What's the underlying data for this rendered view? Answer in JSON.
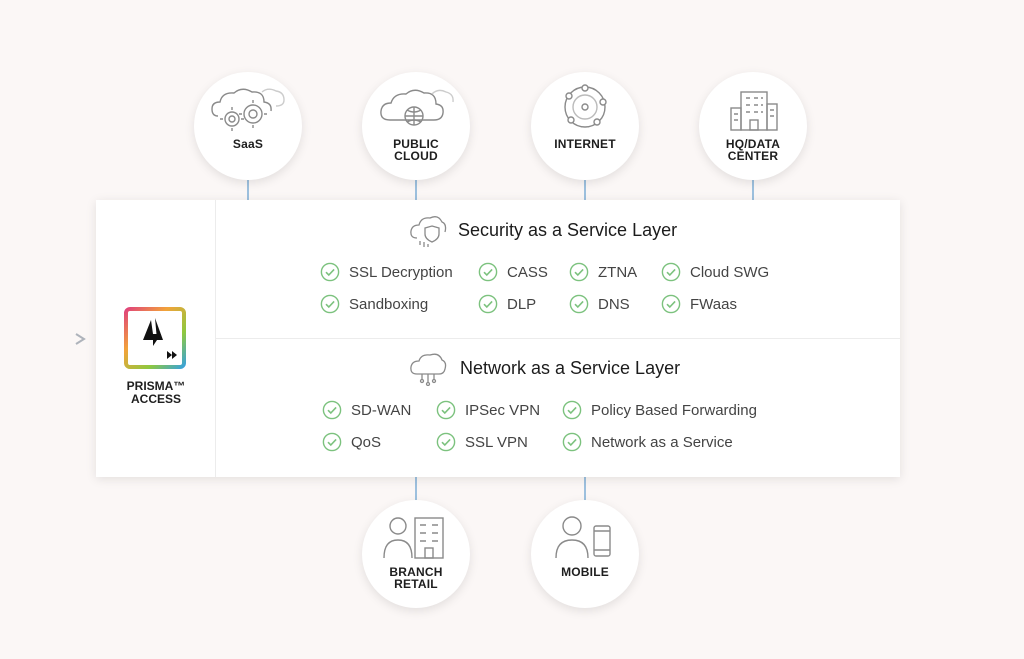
{
  "endpoints_top": {
    "saas": "SaaS",
    "public_cloud": [
      "PUBLIC",
      "CLOUD"
    ],
    "internet": "INTERNET",
    "hq": [
      "HQ/DATA",
      "CENTER"
    ]
  },
  "endpoints_bottom": {
    "branch": [
      "BRANCH",
      "RETAIL"
    ],
    "mobile": "MOBILE"
  },
  "prisma": {
    "label": [
      "PRISMA™",
      "ACCESS"
    ]
  },
  "security_layer": {
    "title": "Security as a Service Layer",
    "items": [
      "SSL Decryption",
      "CASS",
      "ZTNA",
      "Cloud SWG",
      "Sandboxing",
      "DLP",
      "DNS",
      "FWaas"
    ]
  },
  "network_layer": {
    "title": "Network as a Service Layer",
    "items": [
      "SD-WAN",
      "IPSec VPN",
      "Policy Based Forwarding",
      "QoS",
      "SSL VPN",
      "Network as a Service"
    ]
  },
  "colors": {
    "check": "#7cc27e",
    "connector": "#9dc0de",
    "background": "#fbf7f6"
  }
}
